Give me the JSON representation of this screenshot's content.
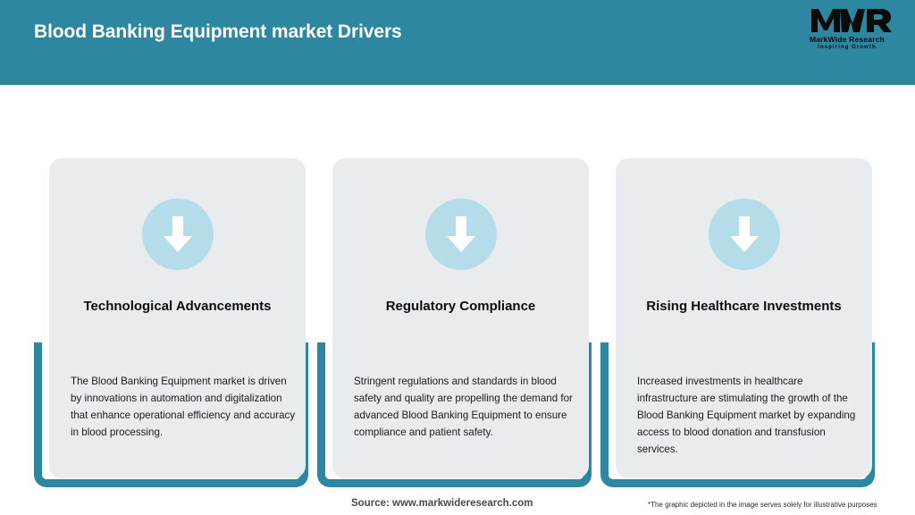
{
  "header": {
    "title": "Blood Banking Equipment market Drivers",
    "background_color": "#2E87A1",
    "title_color": "#FFFFFF"
  },
  "logo": {
    "mark": "MWR",
    "name": "MarkWide Research",
    "tagline": "Inspiring Growth"
  },
  "theme": {
    "accent_color": "#2E87A1",
    "card_background": "#E8ECEE",
    "icon_circle_color": "#B5DCE9",
    "arrow_color": "#FFFFFF",
    "page_background": "#FFFFFF"
  },
  "cards": [
    {
      "icon": "arrow-down-icon",
      "title": "Technological Advancements",
      "body": "The Blood Banking Equipment market is driven by innovations in automation and digitalization that enhance operational efficiency and accuracy in blood processing."
    },
    {
      "icon": "arrow-down-icon",
      "title": "Regulatory Compliance",
      "body": "Stringent regulations and standards in blood safety and quality are propelling the demand for advanced Blood Banking Equipment to ensure compliance and patient safety."
    },
    {
      "icon": "arrow-down-icon",
      "title": "Rising Healthcare Investments",
      "body": "Increased investments in healthcare infrastructure are stimulating the growth of the Blood Banking Equipment market by expanding access to blood donation and transfusion services."
    }
  ],
  "footer": {
    "source": "Source: www.markwideresearch.com",
    "note": "*The graphic depicted in the image serves solely for illustrative purposes"
  }
}
